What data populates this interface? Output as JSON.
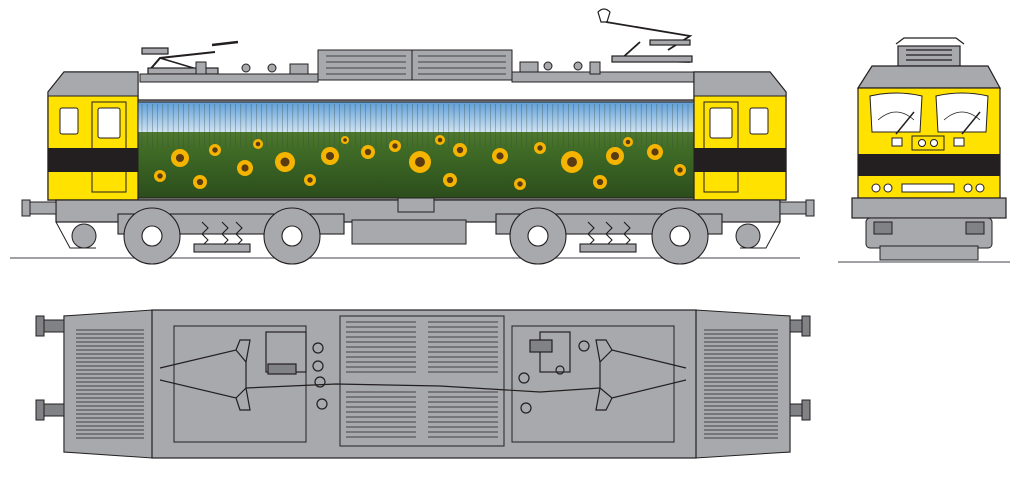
{
  "drawing": {
    "views": [
      "side-elevation",
      "front-elevation",
      "roof-plan"
    ],
    "colors": {
      "body_gray": "#a7a9ac",
      "body_gray_dark": "#808285",
      "cab_yellow": "#ffe200",
      "stripe_black": "#231f20",
      "window_white": "#ffffff",
      "sky_blue": "#7fb6e6",
      "field_green": "#3f6b26",
      "sunflower_yellow": "#f4b400",
      "sunflower_center": "#5a3a12",
      "line": "#231f20",
      "rail": "#808285"
    }
  }
}
